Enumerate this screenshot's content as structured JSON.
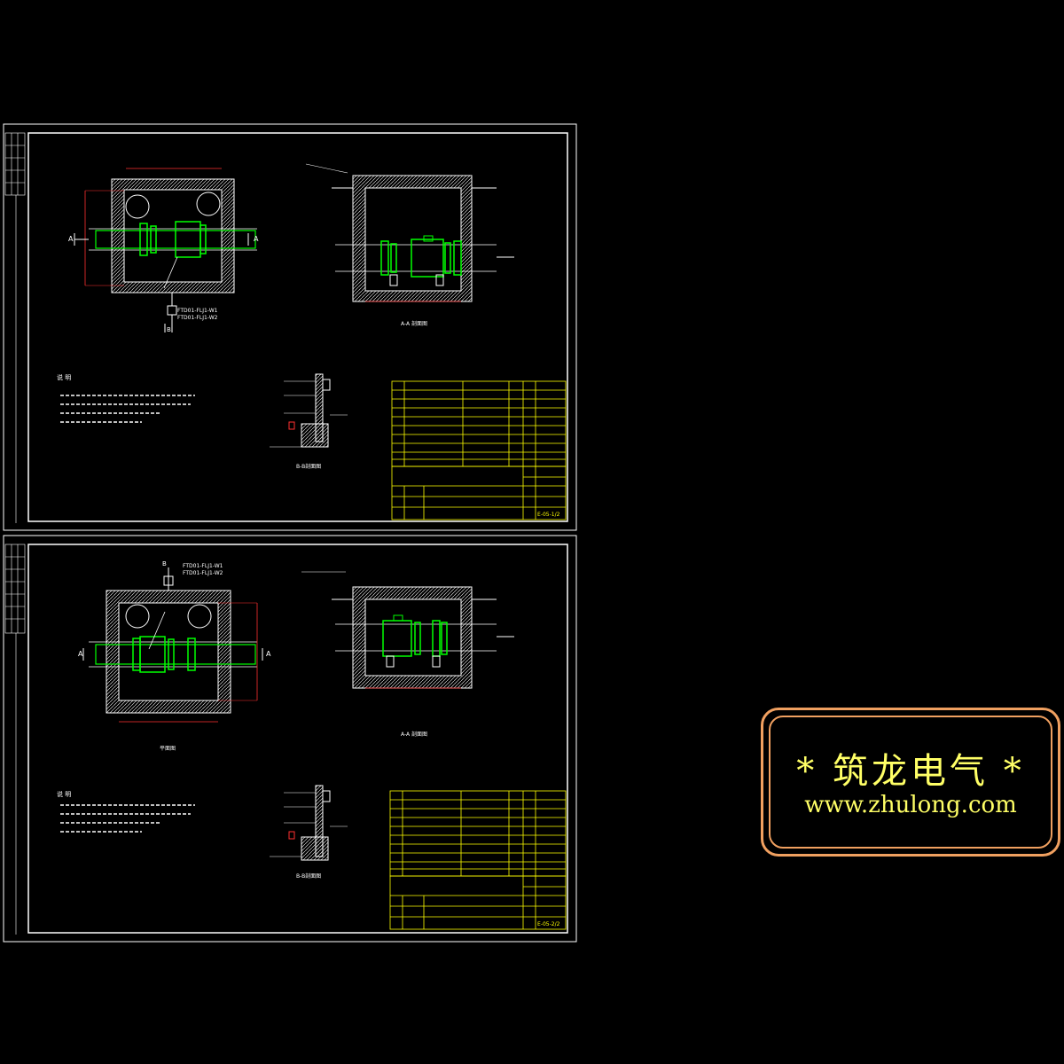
{
  "sheet1": {
    "plan_labels": {
      "section_a_left": "A",
      "section_a_right": "A",
      "section_b": "B"
    },
    "cable_lines": [
      "FTD01-FLJ1-W1",
      "FTD01-FLJ1-W2"
    ],
    "section_title": "A-A 剖面图",
    "detail_title": "B-B剖面图",
    "notes_title": "说 明",
    "drawing_number": "E-05-1/2"
  },
  "sheet2": {
    "plan_labels": {
      "section_a_left": "A",
      "section_a_right": "A",
      "section_b": "B"
    },
    "cable_lines": [
      "FTD01-FLJ1-W1",
      "FTD01-FLJ1-W2"
    ],
    "section_title": "A-A 剖面图",
    "detail_title": "B-B剖面图",
    "plan_title": "平面图",
    "notes_title": "说 明",
    "drawing_number": "E-05-2/2"
  },
  "watermark": {
    "title": "*  筑龙电气  *",
    "url": "www.zhulong.com"
  },
  "colors": {
    "background": "#000000",
    "frame": "#ffffff",
    "wall": "#ffffff",
    "pipe": "#00ff00",
    "dimension": "#ff3030",
    "title_block": "#ffff00",
    "watermark_border": "#f0a060",
    "watermark_text": "#ffff66"
  }
}
